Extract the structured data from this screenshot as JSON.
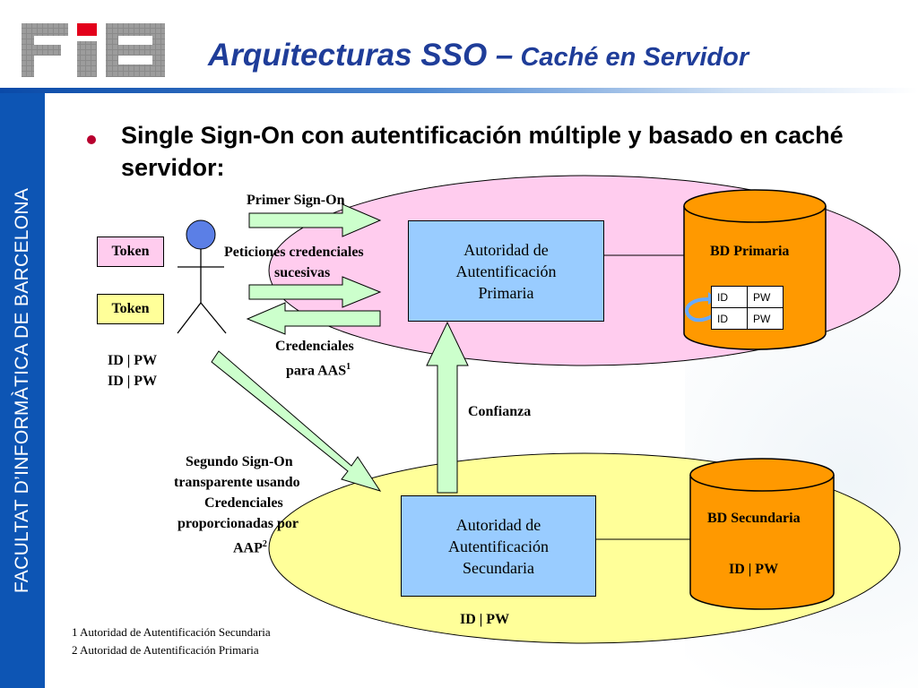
{
  "header": {
    "logo_text": "FIB",
    "title_main": "Arquitecturas SSO –",
    "title_sub": " Caché en Servidor"
  },
  "sidebar": {
    "text": "FACULTAT D’INFORMÀTICA DE BARCELONA"
  },
  "bullet": {
    "text": "Single Sign-On con autentificación múltiple y basado en caché servidor:"
  },
  "diagram": {
    "primer_signon": "Primer Sign-On",
    "peticiones_line1": "Peticiones credenciales",
    "peticiones_line2": "sucesivas",
    "credenciales_line1": "Credenciales",
    "credenciales_line2": "para AAS",
    "credenciales_sup": "1",
    "token1": "Token",
    "token2": "Token",
    "user_cred1": "ID | PW",
    "user_cred2": "ID | PW",
    "confianza": "Confianza",
    "segundo_line1": "Segundo Sign-On",
    "segundo_line2": "transparente usando",
    "segundo_line3": "Credenciales",
    "segundo_line4": "proporcionadas por",
    "segundo_line5": "AAP",
    "segundo_sup": "2",
    "auth_primary_l1": "Autoridad de",
    "auth_primary_l2": "Autentificación",
    "auth_primary_l3": "Primaria",
    "auth_secondary_l1": "Autoridad de",
    "auth_secondary_l2": "Autentificación",
    "auth_secondary_l3": "Secundaria",
    "bd_primaria": "BD Primaria",
    "bd_secundaria": "BD Secundaria",
    "bd_secundaria_cred": "ID | PW",
    "secondary_cred": "ID | PW",
    "table": [
      [
        "ID",
        "PW"
      ],
      [
        "ID",
        "PW"
      ]
    ]
  },
  "footnotes": {
    "f1": "1 Autoridad de Autentificación Secundaria",
    "f2": "2 Autoridad de Autentificación Primaria"
  },
  "colors": {
    "title_blue": "#1f3d99",
    "sidebar_blue": "#0d55b4",
    "primary_ellipse": "#ffccee",
    "secondary_ellipse": "#ffff99",
    "auth_box": "#99ccff",
    "database": "#ff9900",
    "arrow_green": "#ccffcc",
    "token_primary": "#ffccee",
    "token_secondary": "#ffff99",
    "user_head": "#5b7fe6",
    "bullet": "#b8002e"
  }
}
